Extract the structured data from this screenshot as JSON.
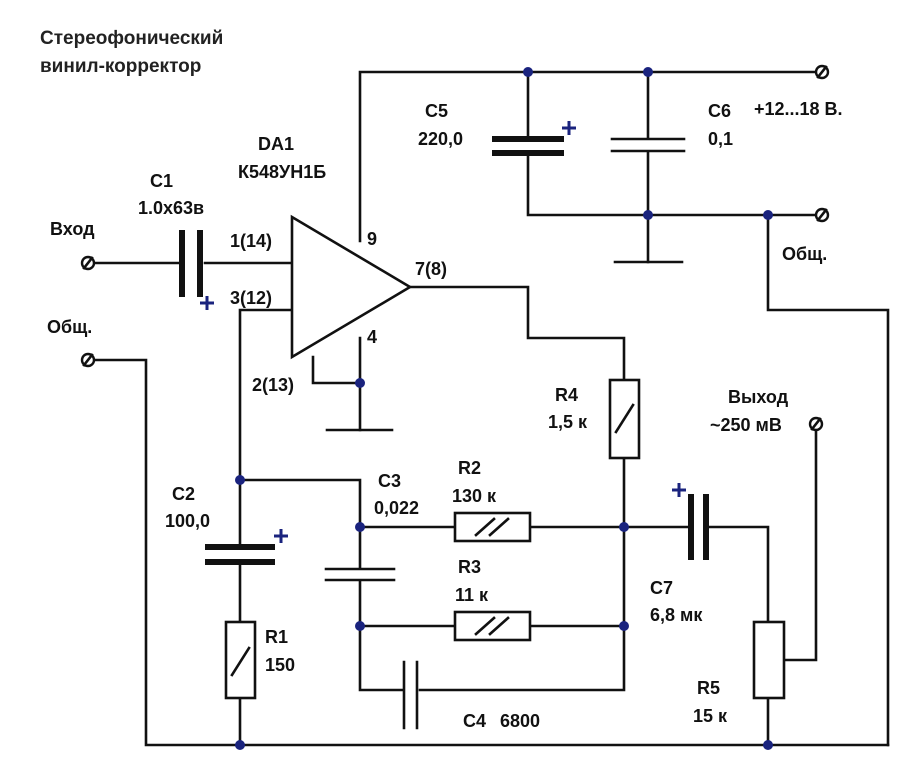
{
  "title": [
    "Стереофонический",
    "винил-корректор"
  ],
  "chip": {
    "ref": "DA1",
    "type": "К548УН1Б"
  },
  "pins": {
    "p1": "1(14)",
    "p3": "3(12)",
    "p2": "2(13)",
    "p9": "9",
    "p4": "4",
    "p7": "7(8)"
  },
  "components": {
    "C1": {
      "ref": "C1",
      "value": "1.0x63в"
    },
    "C2": {
      "ref": "C2",
      "value": "100,0"
    },
    "C3": {
      "ref": "C3",
      "value": "0,022"
    },
    "C4": {
      "ref": "C4",
      "value": "6800"
    },
    "C5": {
      "ref": "C5",
      "value": "220,0"
    },
    "C6": {
      "ref": "C6",
      "value": "0,1"
    },
    "C7": {
      "ref": "C7",
      "value": "6,8 мк"
    },
    "R1": {
      "ref": "R1",
      "value": "150"
    },
    "R2": {
      "ref": "R2",
      "value": "130 к"
    },
    "R3": {
      "ref": "R3",
      "value": "11 к"
    },
    "R4": {
      "ref": "R4",
      "value": "1,5 к"
    },
    "R5": {
      "ref": "R5",
      "value": "15 к"
    }
  },
  "terminals": {
    "input": "Вход",
    "input_gnd": "Общ.",
    "supply": "+12...18 В.",
    "supply_gnd": "Общ.",
    "output": "Выход",
    "output_level": "~250 мВ"
  },
  "polarity_mark": "+",
  "colors": {
    "wire": "#111111",
    "junction": "#1a237e",
    "background": "#ffffff"
  }
}
